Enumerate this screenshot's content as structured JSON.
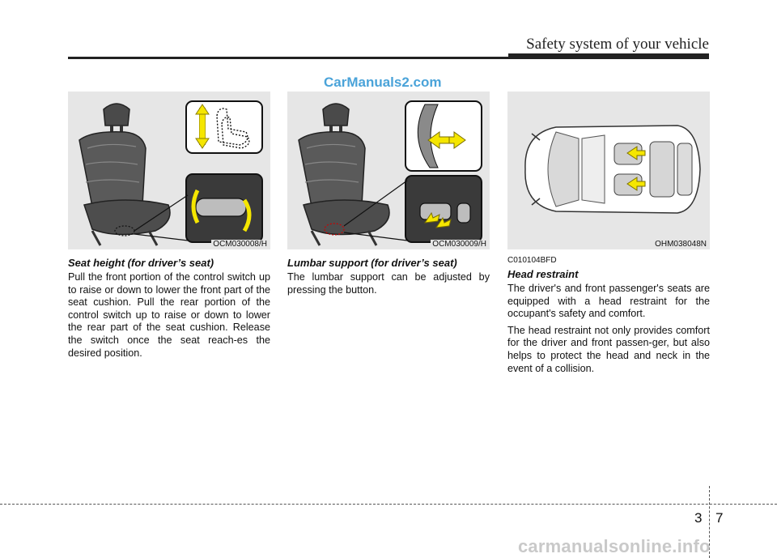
{
  "header": {
    "title": "Safety system of your vehicle"
  },
  "watermark_top": "CarManuals2.com",
  "columns": {
    "seat_height": {
      "figure_code": "OCM030008/H",
      "heading": "Seat height (for driver’s seat)",
      "paragraph": "Pull the front portion of the control switch up to raise or down to lower the front part of the seat cushion. Pull the rear portion of the control switch up to raise or down to lower the rear part of the seat cushion. Release the switch once the seat reach-es the desired position."
    },
    "lumbar": {
      "figure_code": "OCM030009/H",
      "heading": "Lumbar support (for driver’s seat)",
      "paragraph": "The lumbar support can be adjusted by pressing the button."
    },
    "head_restraint": {
      "figure_code": "OHM038048N",
      "section_code": "C010104BFD",
      "heading": "Head restraint",
      "paragraphs": [
        "The driver's and front passenger's seats are equipped with a head restraint for the occupant's safety and comfort.",
        "The head restraint not only provides comfort for the driver and front passen-ger, but also helps to protect the head and neck in the event of a collision."
      ]
    }
  },
  "footer": {
    "chapter": "3",
    "page": "7",
    "watermark": "carmanualsonline.info"
  },
  "colors": {
    "accent_arrow": "#f5e600",
    "figure_bg": "#e6e6e6",
    "watermark_blue": "#4aa3d9"
  }
}
